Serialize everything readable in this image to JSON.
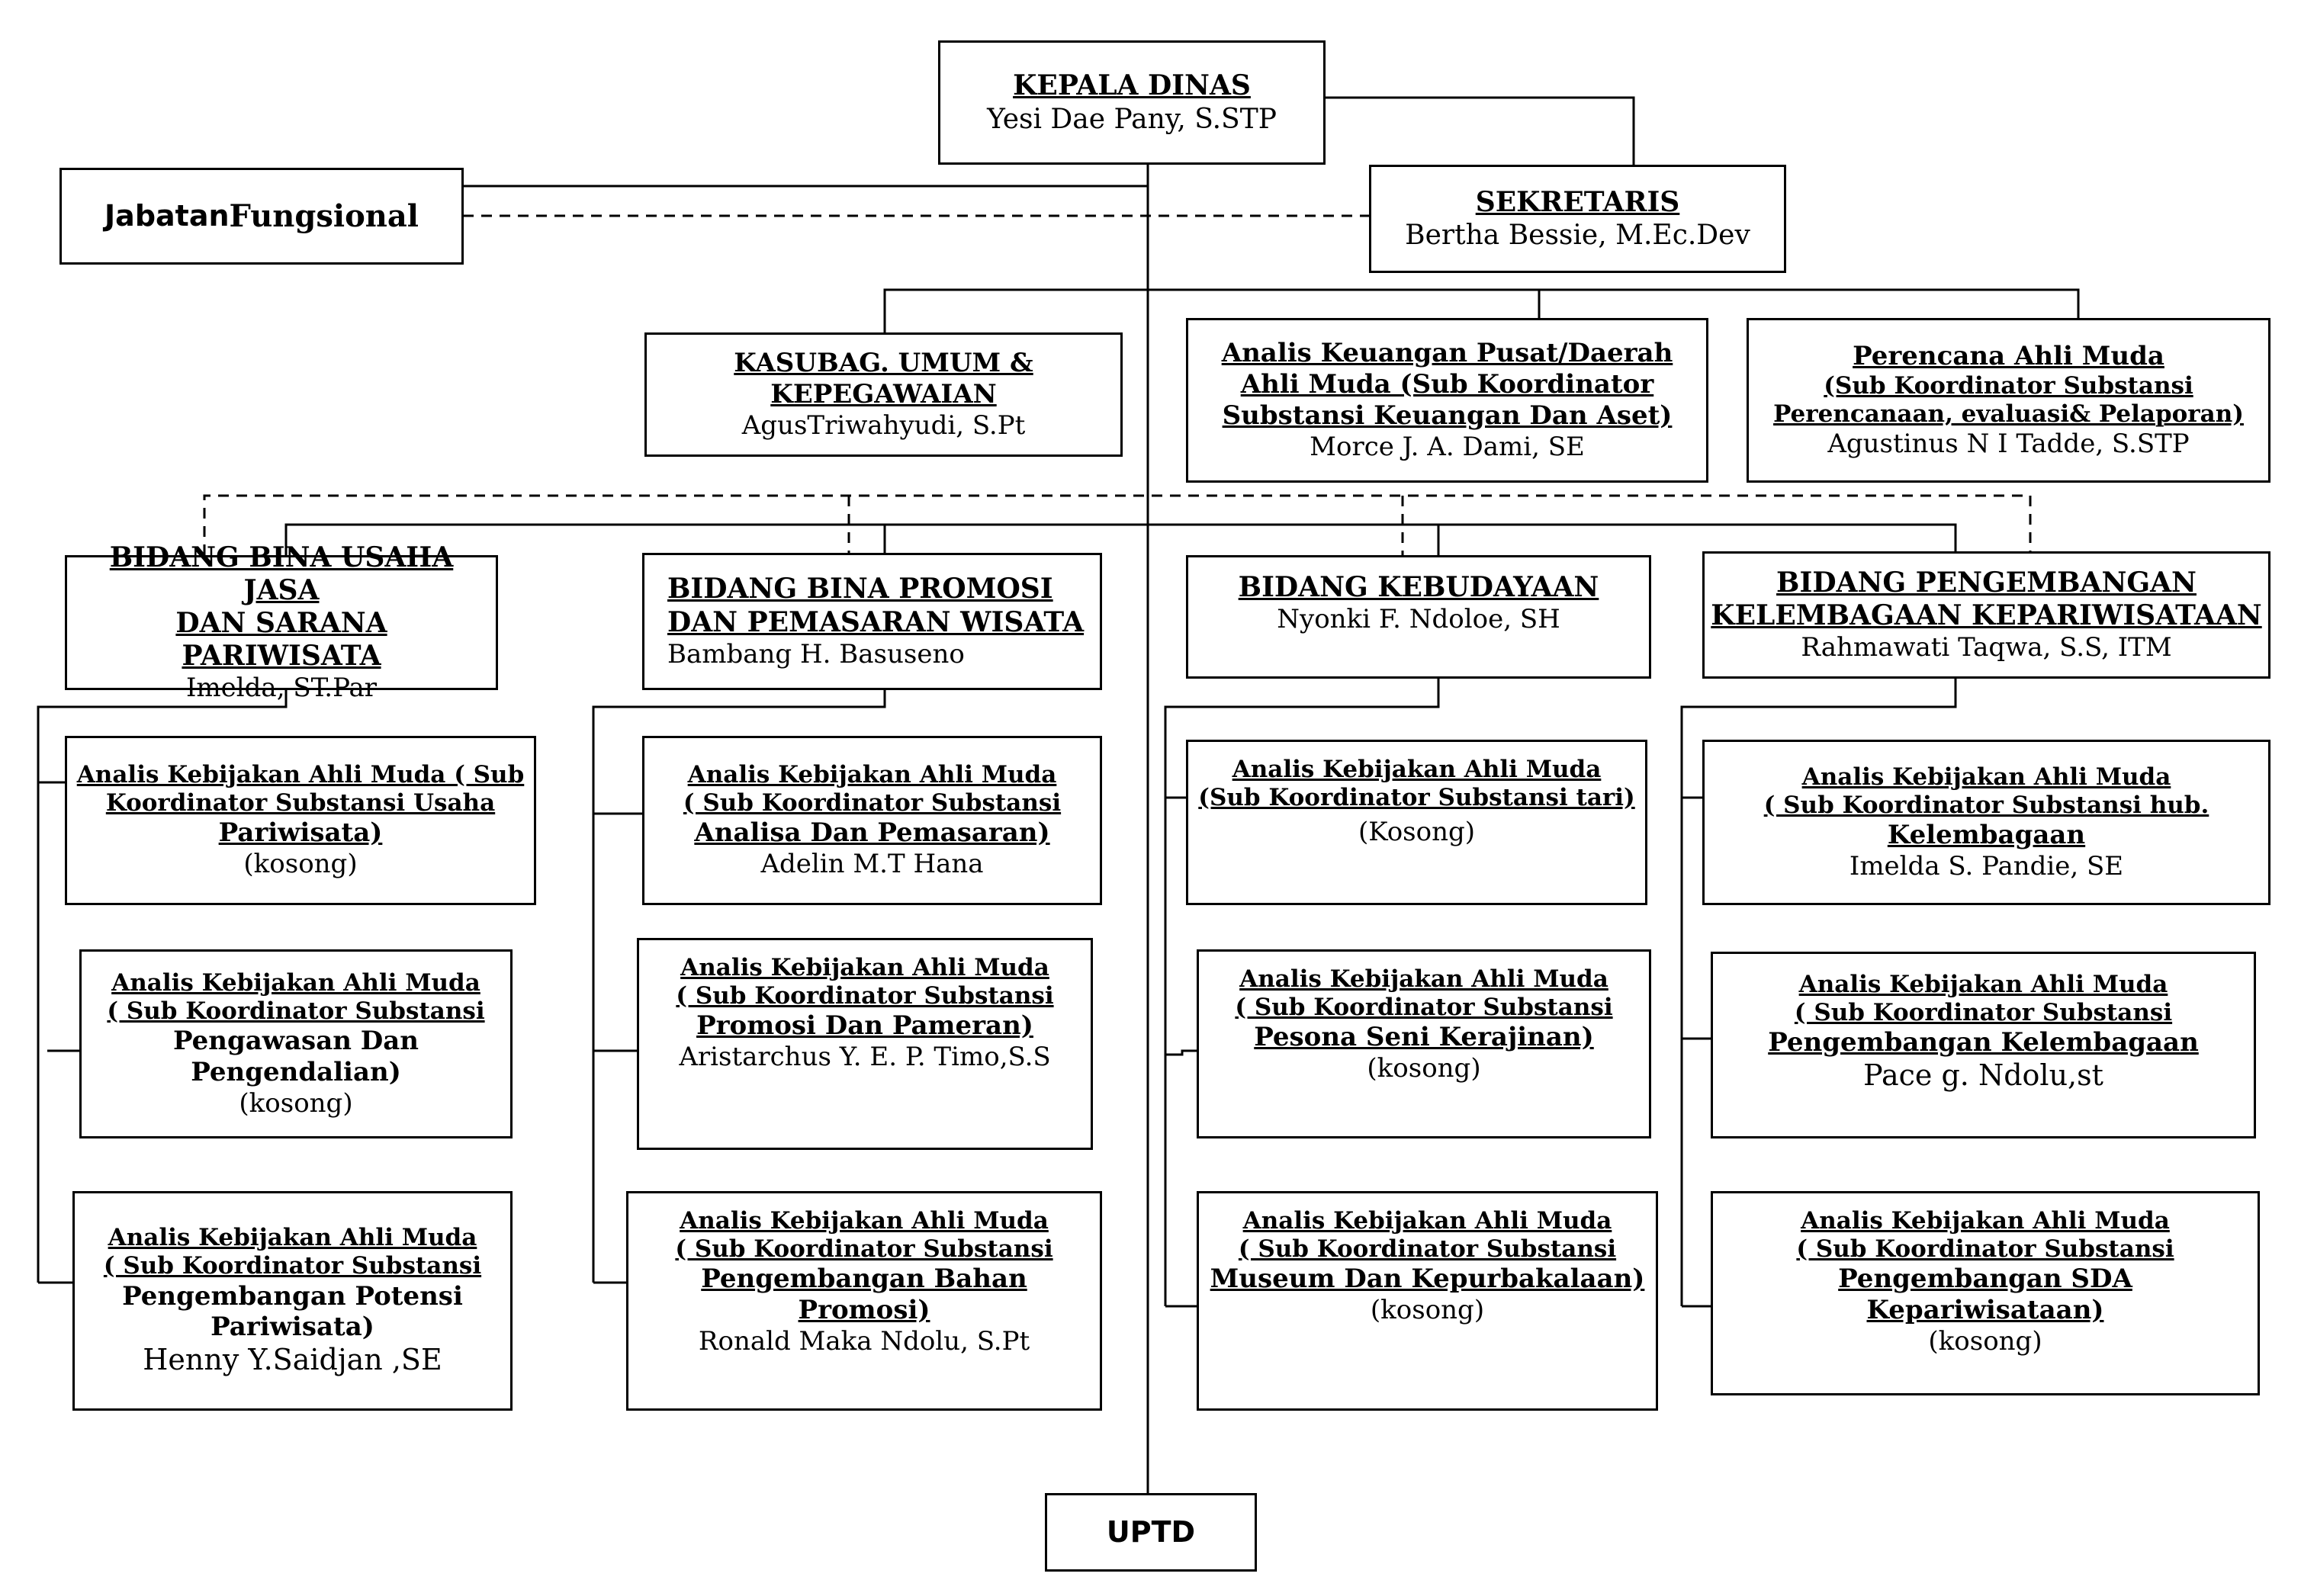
{
  "kepala": {
    "title": "KEPALA DINAS",
    "name": "Yesi Dae Pany, S.STP"
  },
  "fungsional": {
    "label_a": "Jabatan ",
    "label_b": "Fungsional"
  },
  "sekretaris": {
    "title": "SEKRETARIS",
    "name": "Bertha Bessie, M.Ec.Dev"
  },
  "kasubag": {
    "title": "KASUBAG. UMUM &\nKEPEGAWAIAN",
    "name": "AgusTriwahyudi, S.Pt"
  },
  "analis_keuangan": {
    "title": "Analis Keuangan Pusat/Daerah\nAhli Muda  (Sub Koordinator\nSubstansi Keuangan Dan Aset)",
    "name": "Morce J. A. Dami, SE"
  },
  "perencana": {
    "title": "Perencana Ahli Muda",
    "subtitle": "(Sub Koordinator Substansi\nPerencanaan, evaluasi& Pelaporan)",
    "name": "Agustinus N I Tadde, S.STP"
  },
  "bidang": [
    {
      "title": "BIDANG BINA USAHA JASA\nDAN SARANA PARIWISATA",
      "name": "Imelda, ST.Par"
    },
    {
      "title": "BIDANG BINA PROMOSI\nDAN PEMASARAN WISATA",
      "name": "Bambang H. Basuseno"
    },
    {
      "title": "BIDANG KEBUDAYAAN",
      "name": "Nyonki F. Ndoloe, SH"
    },
    {
      "title": "BIDANG PENGEMBANGAN\nKELEMBAGAAN KEPARIWISATAAN",
      "name": "Rahmawati Taqwa, S.S, ITM"
    }
  ],
  "subs": [
    [
      {
        "t1": "Analis Kebijakan Ahli Muda ( Sub\nKoordinator Substansi Usaha",
        "t2": "Pariwisata)",
        "name": "(kosong)"
      },
      {
        "t1": "Analis Kebijakan Ahli Muda\n( Sub Koordinator Substansi",
        "t2": "Pengawasan Dan\nPengendalian)",
        "name": "(kosong)"
      },
      {
        "t1": "Analis Kebijakan Ahli Muda\n( Sub Koordinator Substansi",
        "t2": "Pengembangan Potensi\nPariwisata)",
        "name": "Henny Y.Saidjan ,SE"
      }
    ],
    [
      {
        "t1": "Analis Kebijakan Ahli Muda\n( Sub Koordinator Substansi",
        "t2": "Analisa Dan Pemasaran)",
        "name": "Adelin M.T Hana"
      },
      {
        "t1": "Analis Kebijakan Ahli Muda\n ( Sub Koordinator Substansi",
        "t2": "Promosi Dan Pameran)",
        "name": "Aristarchus Y. E. P. Timo,S.S"
      },
      {
        "t1": "Analis Kebijakan Ahli Muda\n( Sub Koordinator Substansi",
        "t2": "Pengembangan Bahan Promosi)",
        "name": "Ronald Maka Ndolu, S.Pt"
      }
    ],
    [
      {
        "t1": "Analis Kebijakan Ahli Muda\n(Sub Koordinator Substansi tari)",
        "t2": "",
        "name": "(Kosong)"
      },
      {
        "t1": "Analis Kebijakan Ahli Muda\n( Sub Koordinator Substansi",
        "t2": "Pesona Seni Kerajinan)",
        "name": "(kosong)"
      },
      {
        "t1": "Analis Kebijakan Ahli Muda\n( Sub Koordinator Substansi",
        "t2": "Museum Dan Kepurbakalaan)",
        "name": "(kosong)"
      }
    ],
    [
      {
        "t1": "Analis Kebijakan Ahli Muda\n( Sub Koordinator Substansi hub.",
        "t2": "Kelembagaan",
        "name": "Imelda S. Pandie, SE"
      },
      {
        "t1": "Analis Kebijakan Ahli Muda\n( Sub Koordinator Substansi",
        "t2": "Pengembangan Kelembagaan",
        "name": "Pace g. Ndolu,st"
      },
      {
        "t1": "Analis Kebijakan Ahli Muda\n( Sub Koordinator Substansi",
        "t2": "Pengembangan SDA Kepariwisataan)",
        "name": "(kosong)"
      }
    ]
  ],
  "uptd": {
    "label": "UPTD"
  }
}
